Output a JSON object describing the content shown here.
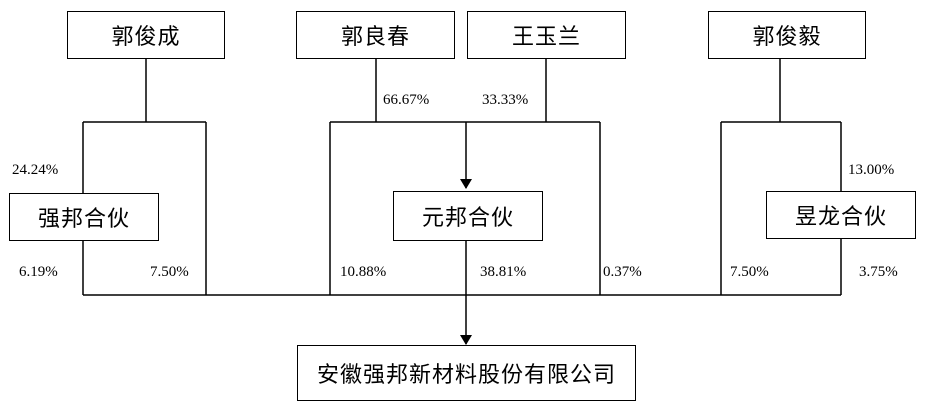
{
  "entities": {
    "guo_juncheng": "郭俊成",
    "guo_liangchun": "郭良春",
    "wang_yulan": "王玉兰",
    "guo_junyi": "郭俊毅",
    "qiangbang_hehuo": "强邦合伙",
    "yuanbang_hehuo": "元邦合伙",
    "yulong_hehuo": "昱龙合伙",
    "company": "安徽强邦新材料股份有限公司"
  },
  "percentages": {
    "liangchun_to_yuanbang": "66.67%",
    "yulan_to_yuanbang": "33.33%",
    "juncheng_to_qiangbang": "24.24%",
    "junyi_to_yulong": "13.00%",
    "qiangbang_to_company": "6.19%",
    "juncheng_to_company": "7.50%",
    "liangchun_to_company": "10.88%",
    "yuanbang_to_company": "38.81%",
    "yulan_to_company": "0.37%",
    "junyi_to_company": "7.50%",
    "yulong_to_company": "3.75%"
  }
}
